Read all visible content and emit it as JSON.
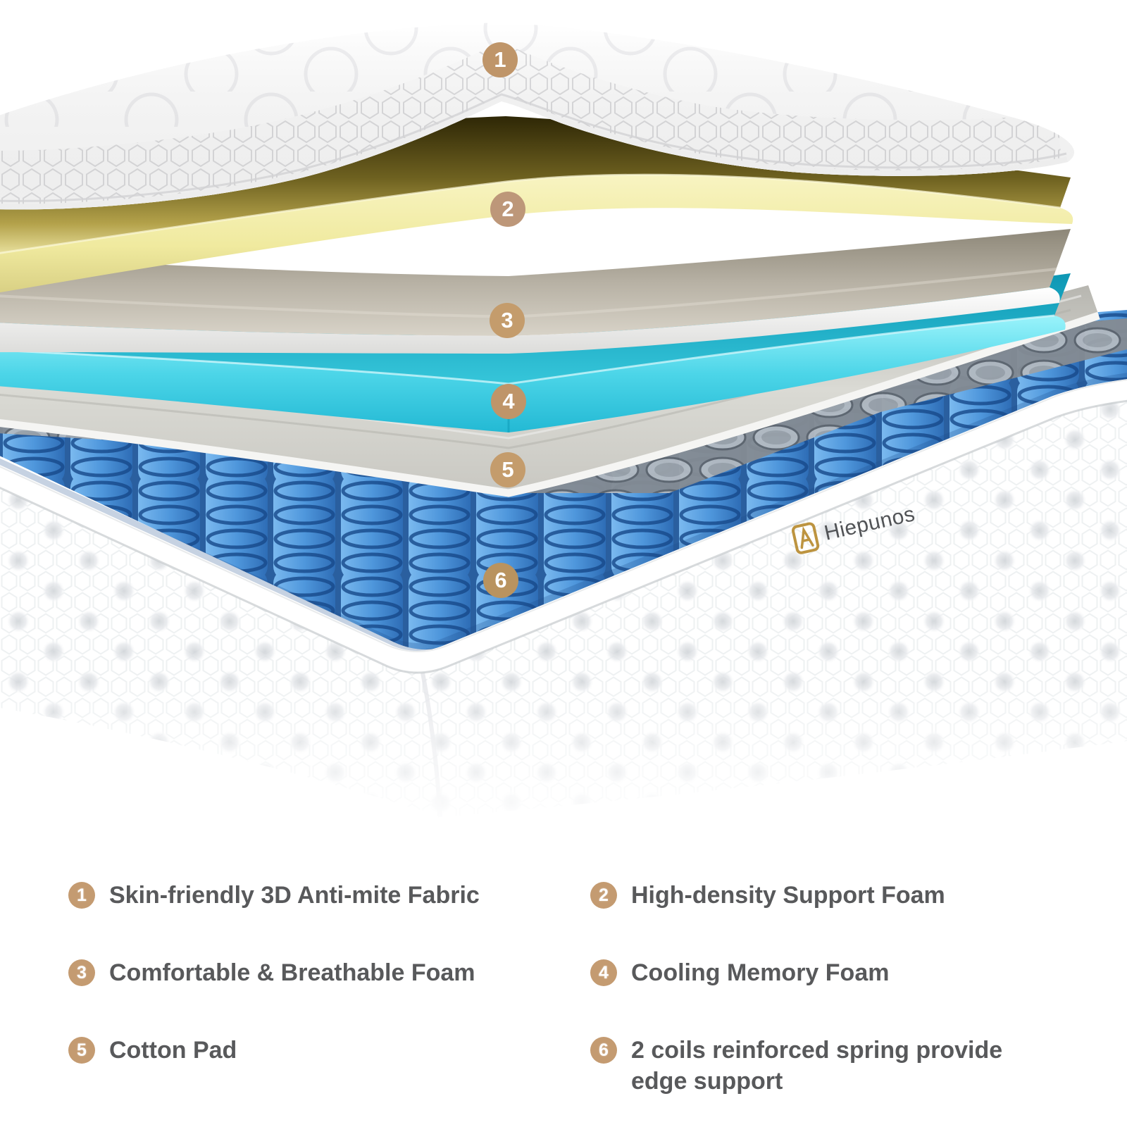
{
  "brand": {
    "name": "Hiepunos"
  },
  "legend": {
    "items": [
      {
        "num": "1",
        "label": "Skin-friendly 3D Anti-mite Fabric"
      },
      {
        "num": "2",
        "label": "High-density Support Foam"
      },
      {
        "num": "3",
        "label": "Comfortable & Breathable Foam"
      },
      {
        "num": "4",
        "label": "Cooling Memory Foam"
      },
      {
        "num": "5",
        "label": "Cotton Pad"
      },
      {
        "num": "6",
        "label": "2 coils reinforced spring provide edge support"
      }
    ]
  },
  "colors": {
    "badge_tan": "#bf9569",
    "legend_badge_tan": "#c49b71",
    "legend_text_grey": "#58595b",
    "layer_yellow": "#f0ea9f",
    "layer_grey_foam": "#b7b1a4",
    "layer_teal_top": "#1aaec6",
    "layer_cyan_edge": "#4cd5e8",
    "spring_blue": "#4f97dc",
    "spring_cap_grey": "#9aa1a8",
    "logo_gold": "#bd9440",
    "fabric_white": "#ffffff"
  }
}
